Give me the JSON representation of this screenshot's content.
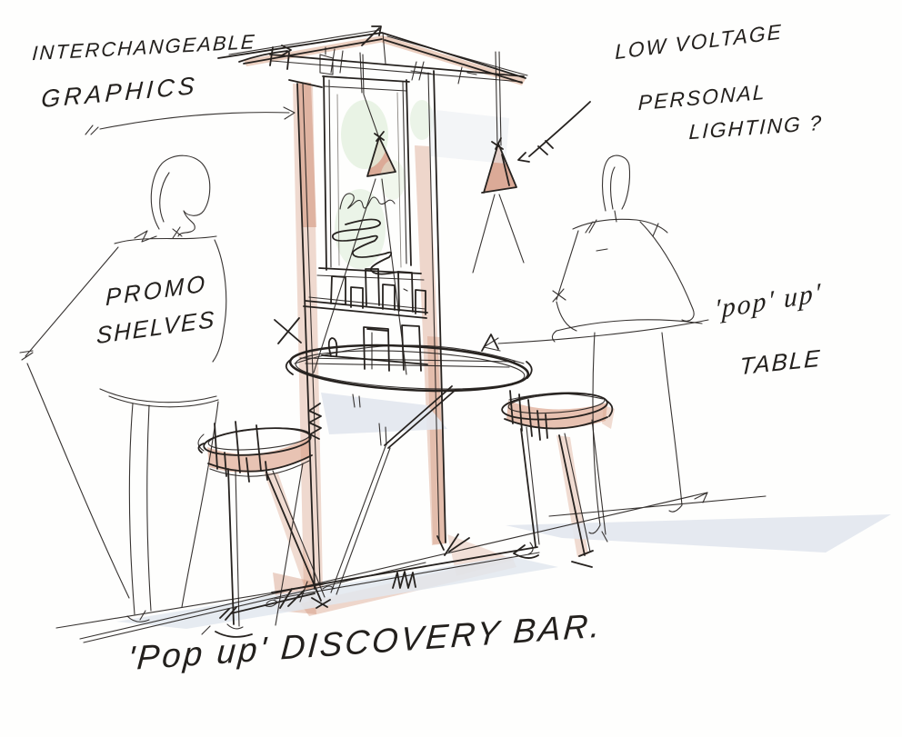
{
  "sketch": {
    "caption": "'Pop up' DISCOVERY BAR.",
    "annotations": {
      "interchangeable_line1": "INTERCHANGEABLE",
      "interchangeable_line2": "GRAPHICS",
      "lighting_line1": "LOW VOLTAGE",
      "lighting_line2": "PERSONAL",
      "lighting_line3": "LIGHTING ?",
      "promo_line1": "PROMO",
      "promo_line2": "SHELVES",
      "popup_table_line1": "'pop' up'",
      "popup_table_line2": "TABLE"
    },
    "colors": {
      "ink": "#26221f",
      "marker_salmon": "#d89b82",
      "marker_salmon_strong": "#cf8e74",
      "tint_green": "#e3f0de",
      "shadow_gray": "#e2e7ee",
      "paper": "#fefefd"
    }
  }
}
